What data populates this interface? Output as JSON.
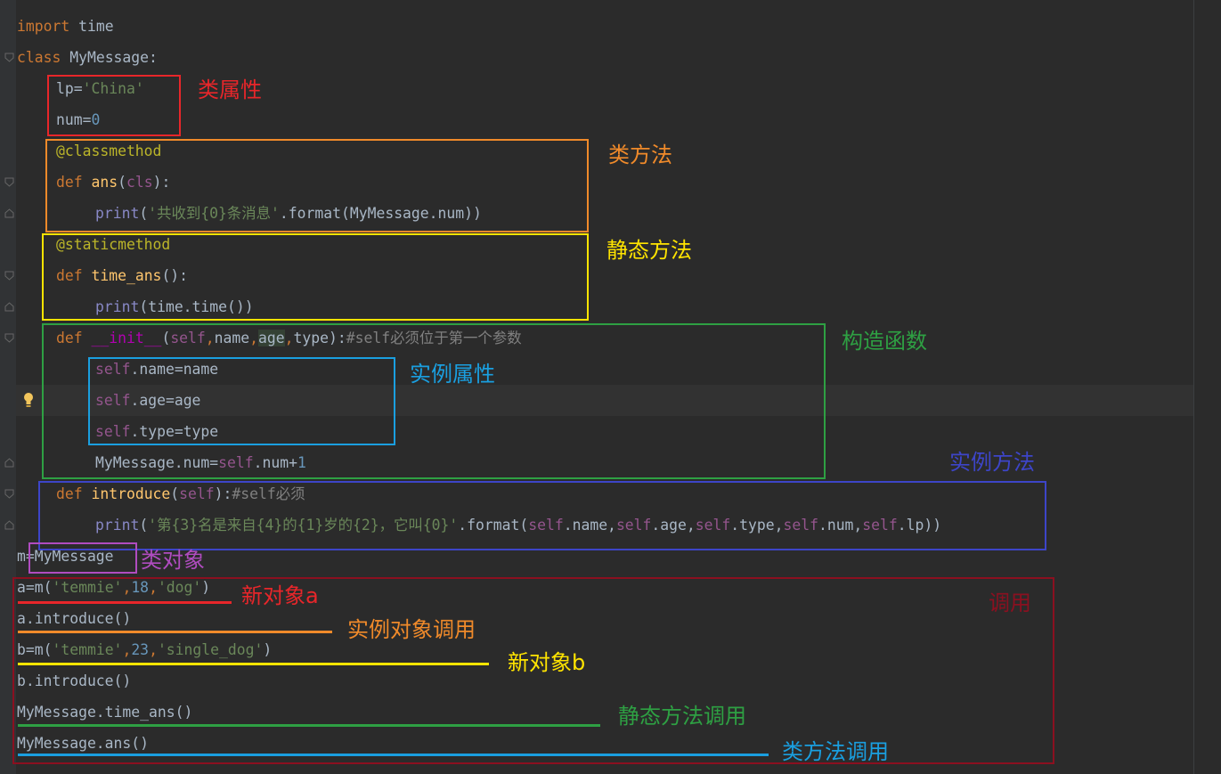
{
  "code": {
    "l1": {
      "kw": "import",
      "rest": " time"
    },
    "l2": {
      "kw": "class",
      "sp": " ",
      "name": "MyMessage",
      "colon": ":"
    },
    "l3": {
      "lp": "lp=",
      "val": "'China'"
    },
    "l4": {
      "a": "num=",
      "val": "0"
    },
    "l5": {
      "dec": "@classmethod"
    },
    "l6": {
      "kw": "def",
      "sp": " ",
      "fn": "ans",
      "p1": "(",
      "cls": "cls",
      "p2": "):"
    },
    "l7": {
      "print": "print",
      "p1": "(",
      "str": "'共收到{0}条消息'",
      "rest": ".format(MyMessage.num))"
    },
    "l8": {
      "dec": "@staticmethod"
    },
    "l9": {
      "kw": "def",
      "sp": " ",
      "fn": "time_ans",
      "p2": "():"
    },
    "l10": {
      "print": "print",
      "rest": "(time.time())"
    },
    "l11": {
      "kw": "def",
      "sp": " ",
      "fn": "__init__",
      "p1": "(",
      "self": "self",
      "c1": ",",
      "a1": "name",
      "c2": ",",
      "a2": "age",
      "c3": ",",
      "a3": "type",
      "p2": "):",
      "cm": "#self必须位于第一个参数"
    },
    "l12": {
      "self": "self",
      "rest": ".name=name"
    },
    "l13": {
      "self": "self",
      "rest": ".age=age"
    },
    "l14": {
      "self": "self",
      "rest": ".type=type"
    },
    "l15": {
      "a": "MyMessage.num=",
      "self": "self",
      "b": ".num+",
      "num": "1"
    },
    "l16": {
      "kw": "def",
      "sp": " ",
      "fn": "introduce",
      "p1": "(",
      "self": "self",
      "p2": "):",
      "cm": "#self必须"
    },
    "l17": {
      "print": "print",
      "p1": "(",
      "str": "'第{3}名是来自{4}的{1}岁的{2}，它叫{0}'",
      "f": ".format(",
      "s1": "self",
      "r1": ".name,",
      "s2": "self",
      "r2": ".age,",
      "s3": "self",
      "r3": ".type,",
      "s4": "self",
      "r4": ".num,",
      "s5": "self",
      "r5": ".lp))"
    },
    "l18": {
      "text": "m=MyMessage"
    },
    "l19": {
      "a": "a=m(",
      "s": "'temmie'",
      "c1": ",",
      "n": "18",
      "c2": ",",
      "s2": "'dog'",
      "e": ")"
    },
    "l20": {
      "text": "a.introduce()"
    },
    "l21": {
      "a": "b=m(",
      "s": "'temmie'",
      "c1": ",",
      "n": "23",
      "c2": ",",
      "s2": "'single_dog'",
      "e": ")"
    },
    "l22": {
      "text": "b.introduce()"
    },
    "l23": {
      "text": "MyMessage.time_ans()"
    },
    "l24": {
      "text": "MyMessage.ans()"
    }
  },
  "annotations": {
    "class_attr": {
      "label": "类属性",
      "color": "#e8262a"
    },
    "class_method": {
      "label": "类方法",
      "color": "#f08a2a"
    },
    "static_method": {
      "label": "静态方法",
      "color": "#ffe400"
    },
    "constructor": {
      "label": "构造函数",
      "color": "#2ea043"
    },
    "instance_attr": {
      "label": "实例属性",
      "color": "#1a9fe0"
    },
    "instance_method": {
      "label": "实例方法",
      "color": "#3d45c8"
    },
    "class_object": {
      "label": "类对象",
      "color": "#b04cc0"
    },
    "new_object_a": {
      "label": "新对象a",
      "color": "#e8262a"
    },
    "instance_call": {
      "label": "实例对象调用",
      "color": "#f08a2a"
    },
    "new_object_b": {
      "label": "新对象b",
      "color": "#ffe400"
    },
    "static_call": {
      "label": "静态方法调用",
      "color": "#2ea043"
    },
    "class_method_call": {
      "label": "类方法调用",
      "color": "#1a9fe0"
    },
    "call": {
      "label": "调用",
      "color": "#8b1020"
    }
  }
}
